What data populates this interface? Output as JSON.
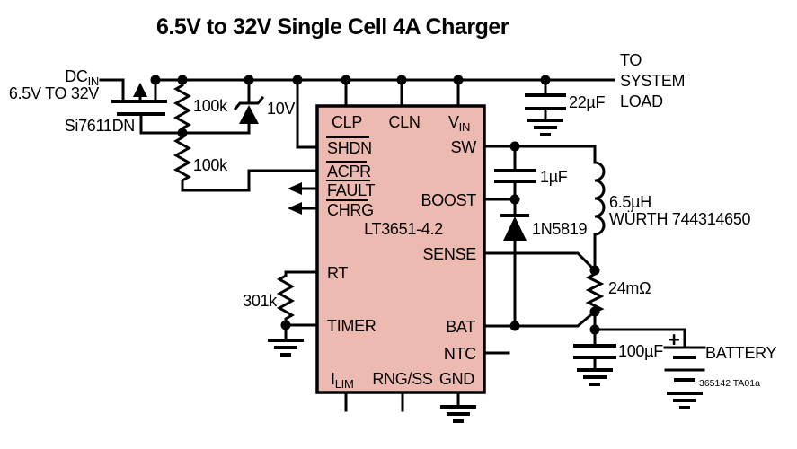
{
  "title": "6.5V to 32V Single Cell 4A Charger",
  "colors": {
    "ic_fill": "#ecbab0",
    "line": "#000000",
    "background": "#ffffff"
  },
  "input": {
    "dc_main": "DC",
    "dc_sub": "IN",
    "range": "6.5V TO 32V",
    "mosfet_part": "Si7611DN"
  },
  "components": {
    "r_top": "100k",
    "r_bottom": "100k",
    "zener": "10V",
    "c_in": "22µF",
    "c_boost": "1µF",
    "diode": "1N5819",
    "inductor_value": "6.5µH",
    "inductor_part": "WÜRTH 744314650",
    "r_timer": "301k",
    "r_sense": "24mΩ",
    "c_out": "100µF",
    "battery_plus": "+",
    "battery": "BATTERY",
    "doc_note": "365142 TA01a"
  },
  "load": {
    "line1": "TO",
    "line2": "SYSTEM",
    "line3": "LOAD"
  },
  "ic": {
    "name": "LT3651-4.2",
    "pins": {
      "clp": "CLP",
      "cln": "CLN",
      "vin_main": "V",
      "vin_sub": "IN",
      "shdn": "SHDN",
      "acpr": "ACPR",
      "fault": "FAULT",
      "chrg": "CHRG",
      "rt": "RT",
      "timer": "TIMER",
      "sw": "SW",
      "boost": "BOOST",
      "sense": "SENSE",
      "bat": "BAT",
      "ntc": "NTC",
      "ilim_main": "I",
      "ilim_sub": "LIM",
      "rngss": "RNG/SS",
      "gnd": "GND"
    }
  }
}
